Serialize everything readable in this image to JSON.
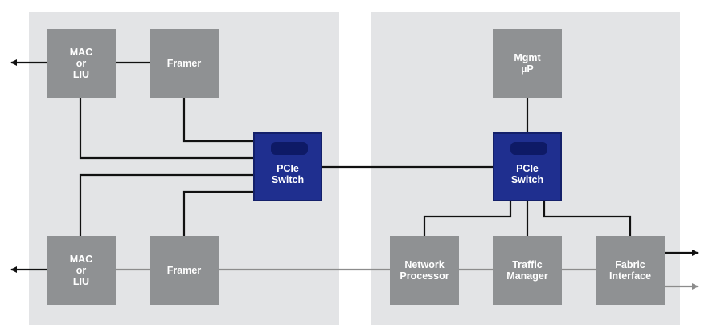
{
  "colors": {
    "panel": "#e3e4e6",
    "block": "#8f9193",
    "switch": "#1f2f8f",
    "wire_dark": "#111111",
    "wire_gray": "#8c8c8c"
  },
  "left_card": {
    "mac_top": "MAC\nor\nLIU",
    "framer_top": "Framer",
    "pcie_switch": "PCIe\nSwitch",
    "mac_bottom": "MAC\nor\nLIU",
    "framer_bottom": "Framer"
  },
  "right_card": {
    "mgmt": "Mgmt\nµP",
    "pcie_switch": "PCIe\nSwitch",
    "network_processor": "Network\nProcessor",
    "traffic_manager": "Traffic\nManager",
    "fabric_interface": "Fabric\nInterface"
  }
}
